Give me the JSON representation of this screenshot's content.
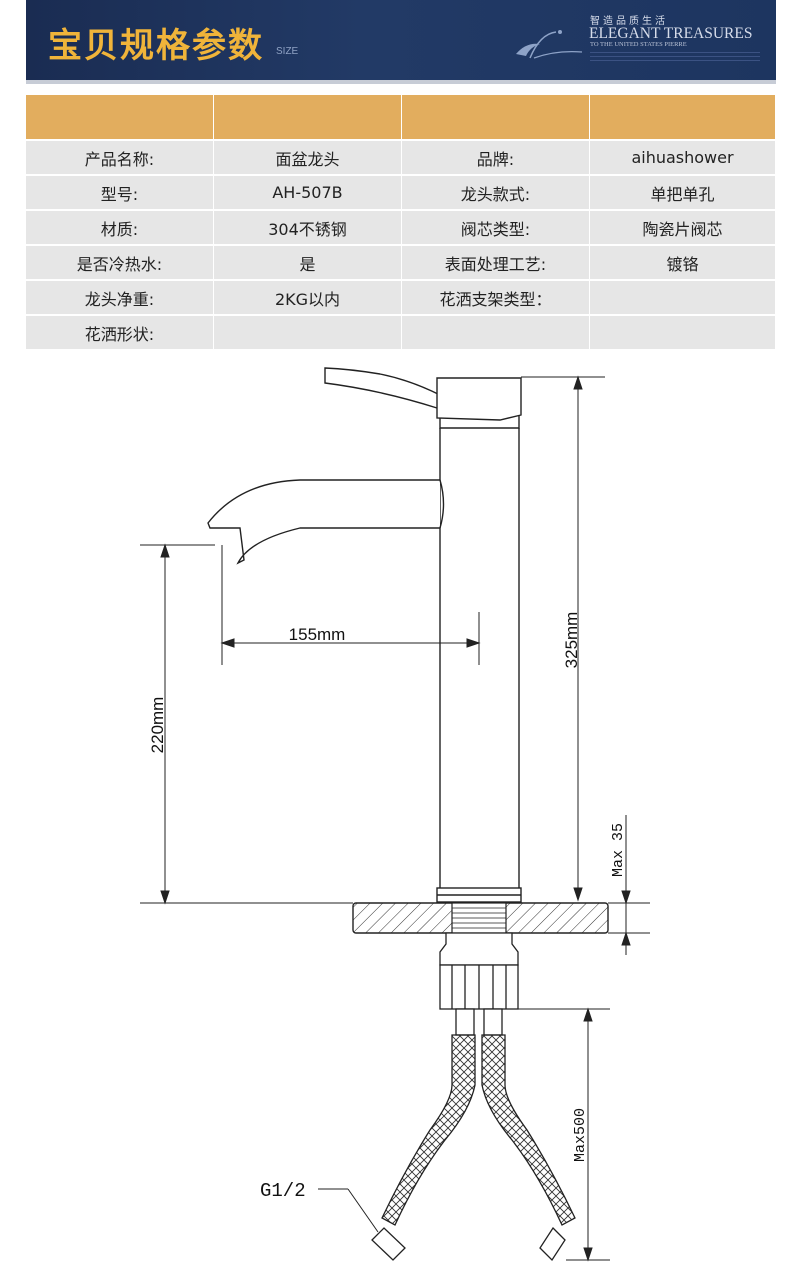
{
  "header": {
    "title": "宝贝规格参数",
    "size_label": "SIZE",
    "brand_slogan": "智造品质生活",
    "brand_name": "ELEGANT TREASURES",
    "brand_sub": "TO THE UNITED STATES PIERRE"
  },
  "spec_table": {
    "rows": [
      [
        "产品名称:",
        "面盆龙头",
        "品牌:",
        "aihuashower"
      ],
      [
        "型号:",
        "AH-507B",
        "龙头款式:",
        "单把单孔"
      ],
      [
        "材质:",
        "304不锈钢",
        "阀芯类型:",
        "陶瓷片阀芯"
      ],
      [
        "是否冷热水:",
        "是",
        "表面处理工艺:",
        "镀铬"
      ],
      [
        "龙头净重:",
        "2KG以内",
        "花洒支架类型：",
        ""
      ],
      [
        "花洒形状:",
        "",
        "",
        ""
      ]
    ]
  },
  "drawing": {
    "dim_reach": "155mm",
    "dim_height": "325mm",
    "dim_spout": "220mm",
    "dim_deck": "Max 35",
    "dim_hose": "Max500",
    "thread_label": "G1/2"
  },
  "colors": {
    "banner": "#1d3560",
    "title_accent": "#f0b43a",
    "table_header": "#e2ad5e",
    "table_cell": "#e6e6e6"
  }
}
